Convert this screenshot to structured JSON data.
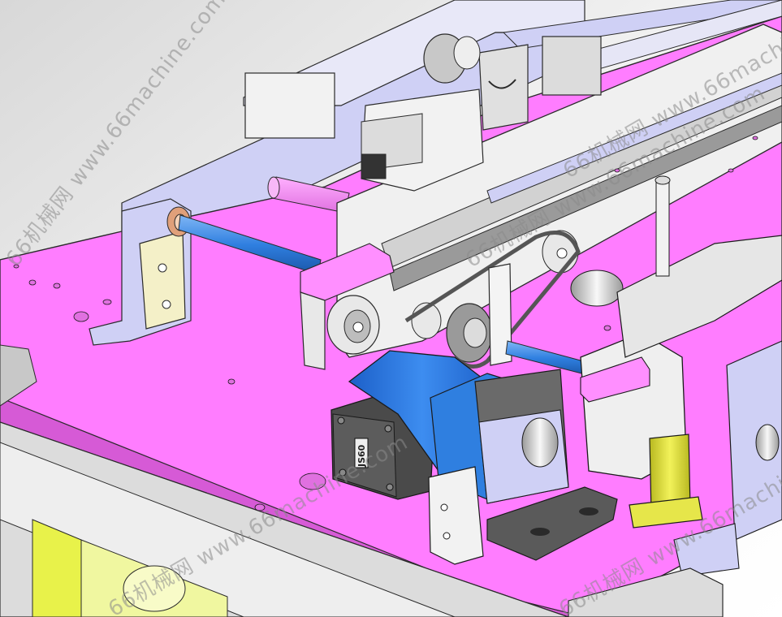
{
  "scene": {
    "description_free": true,
    "motor_label": "JS60",
    "colors": {
      "background": "#ffffff",
      "plate": "#ff7dff",
      "plate_edge": "#d65ad6",
      "frame_light": "#cfd0f5",
      "frame_mid": "#a9abe8",
      "frame_gray": "#dcdcdc",
      "frame_outline": "#2a2a2a",
      "shaft_blue": "#2f7fe0",
      "motor_blue": "#1f6fe0",
      "motor_dark": "#4a4a4a",
      "yellow": "#e6e64a",
      "ivory": "#f4f0c8",
      "copper": "#e0a07a",
      "gray_block": "#5a5a5a"
    }
  },
  "watermarks": [
    {
      "text": "66机械网 www.66machine.com",
      "id": "wm-top-left"
    },
    {
      "text": "66机械网 www.66machine.com",
      "id": "wm-top-right"
    },
    {
      "text": "66机械网 www.66machine.com",
      "id": "wm-center"
    },
    {
      "text": "66机械网 www.66machine.com",
      "id": "wm-bottom-left"
    },
    {
      "text": "66机械网 www.66machine.com",
      "id": "wm-bottom-right"
    }
  ]
}
